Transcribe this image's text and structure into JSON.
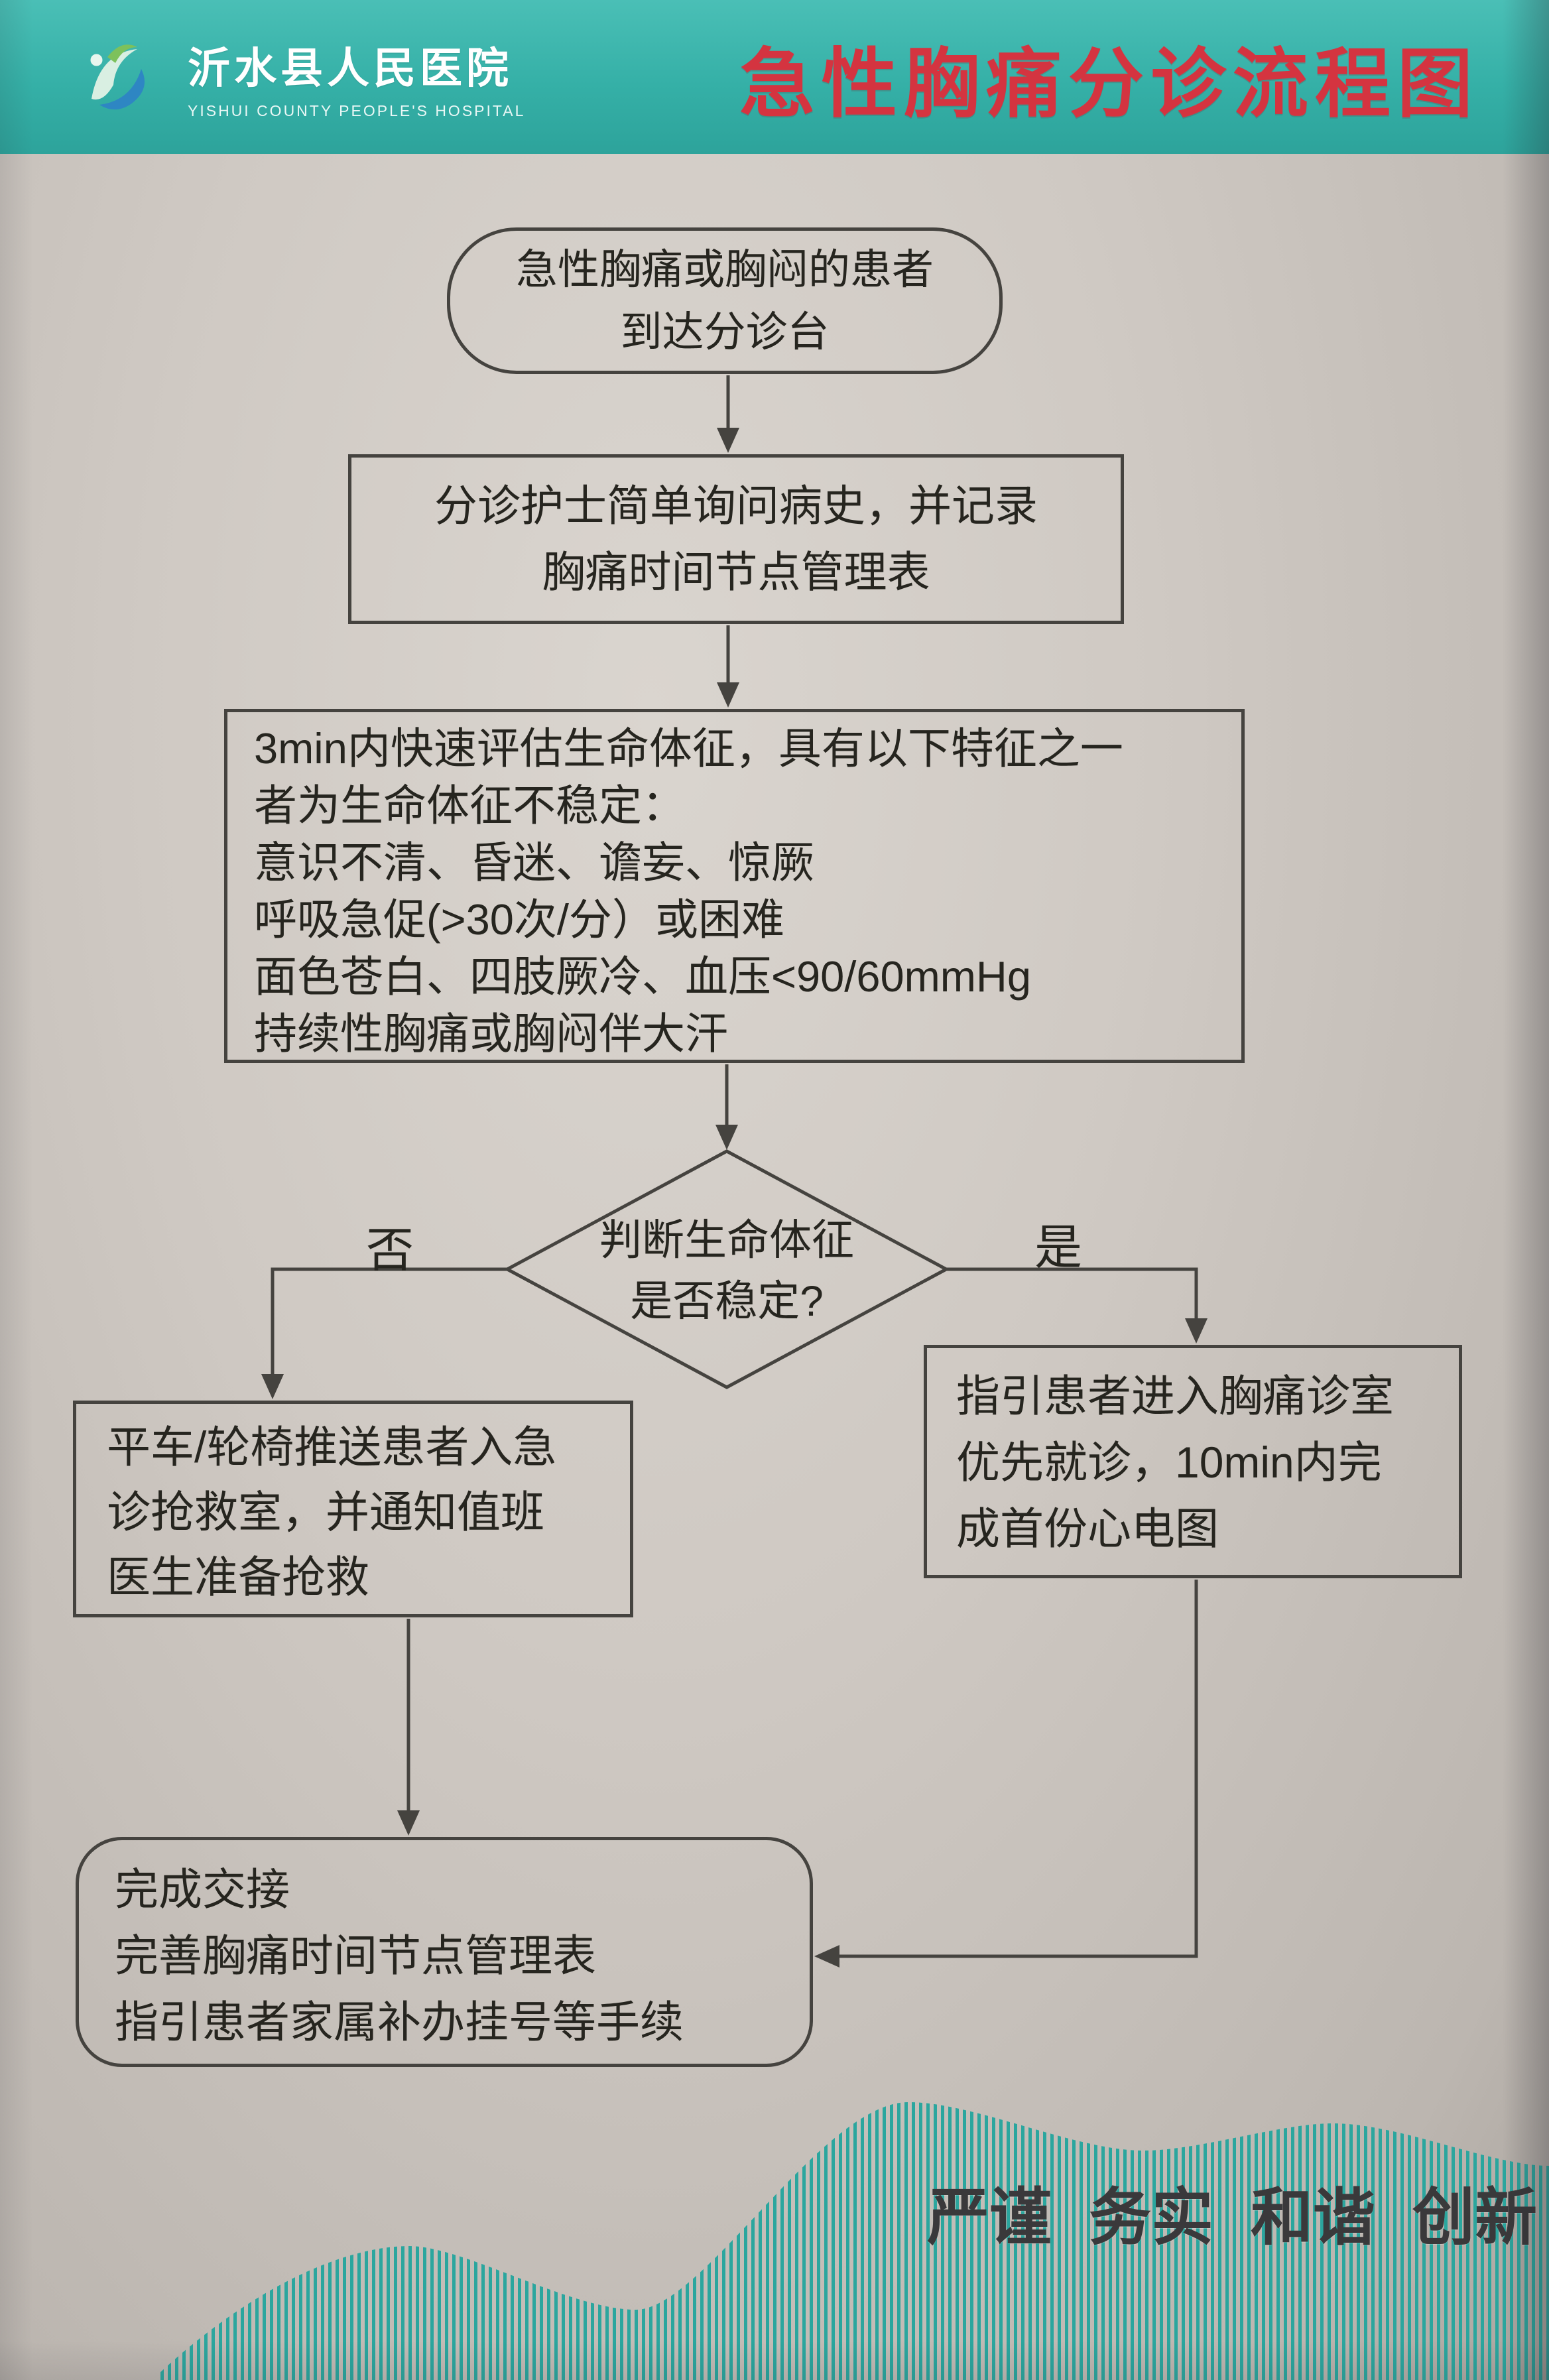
{
  "header": {
    "hospital_name": "沂水县人民医院",
    "hospital_name_en": "YISHUI COUNTY PEOPLE'S HOSPITAL",
    "title": "急性胸痛分诊流程图"
  },
  "colors": {
    "header_teal": "#35b0a7",
    "title_red": "#d43440",
    "line_dark": "#45433f",
    "stripe_teal": "#2ba69e",
    "paper": "#cfc9c3"
  },
  "icons": {
    "hospital_logo": "stylized leaf-and-swoosh hospital emblem"
  },
  "flowchart": {
    "start": {
      "lines": [
        "急性胸痛或胸闷的患者",
        "到达分诊台"
      ]
    },
    "triage": {
      "lines": [
        "分诊护士简单询问病史，并记录",
        "胸痛时间节点管理表"
      ]
    },
    "assess": {
      "lines": [
        "3min内快速评估生命体征，具有以下特征之一",
        "者为生命体征不稳定：",
        "意识不清、昏迷、谵妄、惊厥",
        "呼吸急促(>30次/分）或困难",
        "面色苍白、四肢厥冷、血压<90/60mmHg",
        "持续性胸痛或胸闷伴大汗"
      ]
    },
    "decision": {
      "lines": [
        "判断生命体征",
        "是否稳定?"
      ]
    },
    "branch_no": "否",
    "branch_yes": "是",
    "unstable": {
      "lines": [
        "平车/轮椅推送患者入急",
        "诊抢救室，并通知值班",
        "医生准备抢救"
      ]
    },
    "stable": {
      "lines": [
        "指引患者进入胸痛诊室",
        "优先就诊，10min内完",
        "成首份心电图"
      ]
    },
    "handover": {
      "lines": [
        "完成交接",
        "完善胸痛时间节点管理表",
        "指引患者家属补办挂号等手续"
      ]
    }
  },
  "footer": {
    "motto_words": [
      "严谨",
      "务实",
      "和谐",
      "创新"
    ]
  }
}
